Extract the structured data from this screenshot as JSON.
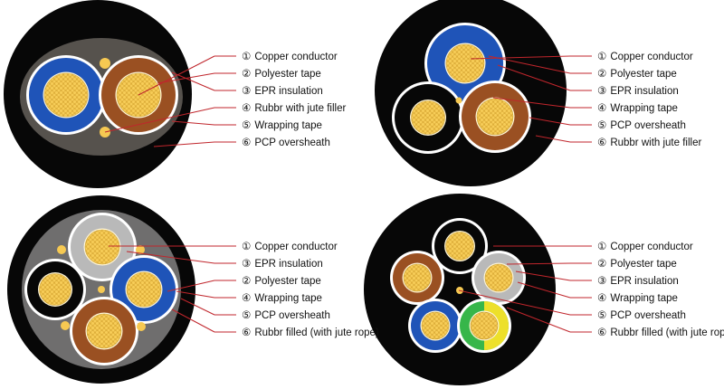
{
  "colors": {
    "sheath": "#070707",
    "filler_dark": "#56524d",
    "filler_gray": "#6f6e6e",
    "blue": "#1f54b8",
    "brown": "#9a5022",
    "gray_insulation": "#b9b9b9",
    "green": "#37b64a",
    "yellow": "#ede02a",
    "copper": "#f6c952",
    "leader": "#c0262c",
    "tape": "#ffffff"
  },
  "diagrams": [
    {
      "labels": [
        {
          "num": "①",
          "text": "Copper conductor"
        },
        {
          "num": "②",
          "text": "Polyester tape"
        },
        {
          "num": "③",
          "text": "EPR insulation"
        },
        {
          "num": "④",
          "text": "Rubbr with jute filler"
        },
        {
          "num": "⑤",
          "text": "Wrapping tape"
        },
        {
          "num": "⑥",
          "text": "PCP oversheath"
        }
      ]
    },
    {
      "labels": [
        {
          "num": "①",
          "text": "Copper conductor"
        },
        {
          "num": "②",
          "text": "Polyester tape"
        },
        {
          "num": "③",
          "text": "EPR insulation"
        },
        {
          "num": "④",
          "text": "Wrapping tape"
        },
        {
          "num": "⑤",
          "text": "PCP oversheath"
        },
        {
          "num": "⑥",
          "text": "Rubbr with jute filler"
        }
      ]
    },
    {
      "labels": [
        {
          "num": "①",
          "text": "Copper conductor"
        },
        {
          "num": "③",
          "text": "EPR insulation"
        },
        {
          "num": "②",
          "text": "Polyester tape"
        },
        {
          "num": "④",
          "text": "Wrapping tape"
        },
        {
          "num": "⑤",
          "text": "PCP oversheath"
        },
        {
          "num": "⑥",
          "text": "Rubbr filled (with jute rope)"
        }
      ]
    },
    {
      "labels": [
        {
          "num": "①",
          "text": "Copper conductor"
        },
        {
          "num": "②",
          "text": "Polyester tape"
        },
        {
          "num": "③",
          "text": "EPR insulation"
        },
        {
          "num": "④",
          "text": "Wrapping tape"
        },
        {
          "num": "⑤",
          "text": "PCP oversheath"
        },
        {
          "num": "⑥",
          "text": "Rubbr filled (with jute rope)"
        }
      ]
    }
  ]
}
